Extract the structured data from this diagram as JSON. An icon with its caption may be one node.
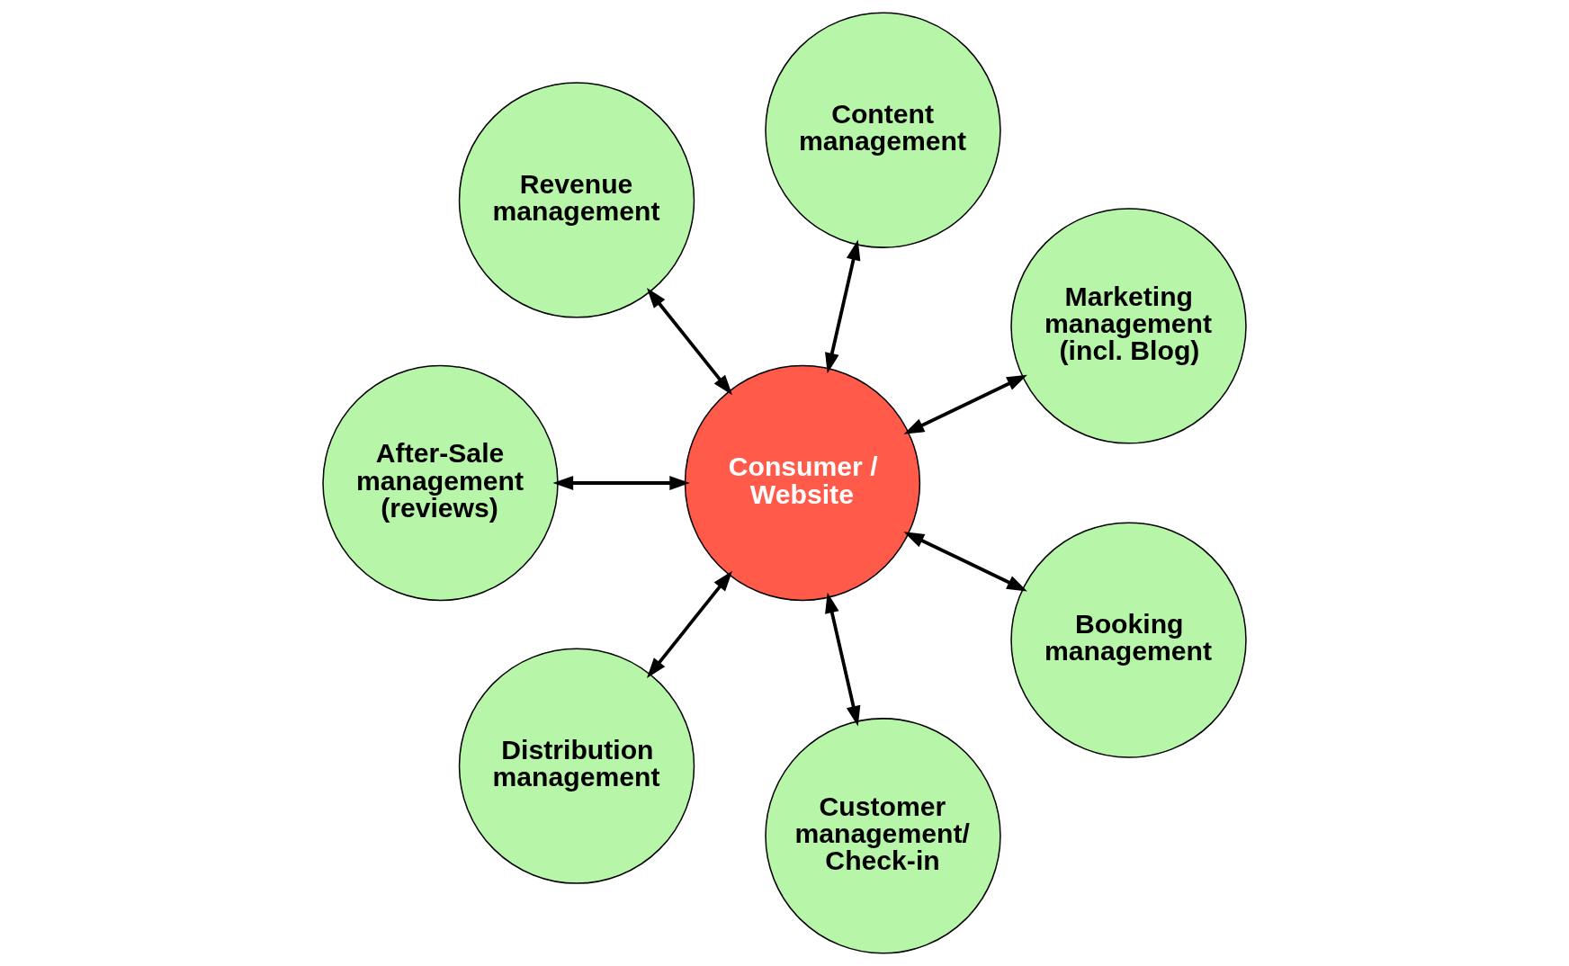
{
  "diagram": {
    "nodes": [
      {
        "text": [
          "Marketing management (incl. Blog)"
        ]
      },
      {
        "text": [
          "Content management"
        ]
      },
      {
        "text": [
          "Revenue management"
        ]
      },
      {
        "text": [
          "Consumer / Website"
        ]
      },
      {
        "text": [
          "After-Sale management (reviews)"
        ]
      },
      {
        "text": [
          "Distribution management"
        ]
      },
      {
        "text": [
          "Customer management/ Check-in"
        ]
      },
      {
        "text": [
          "Booking management"
        ]
      }
    ],
    "edges": [
      {
        "from": 3,
        "to": 0,
        "arrow": "both"
      },
      {
        "from": 3,
        "to": 1,
        "arrow": "both"
      },
      {
        "from": 3,
        "to": 2,
        "arrow": "both"
      },
      {
        "from": 3,
        "to": 4,
        "arrow": "both"
      },
      {
        "from": 3,
        "to": 5,
        "arrow": "both"
      },
      {
        "from": 3,
        "to": 6,
        "arrow": "both"
      },
      {
        "from": 3,
        "to": 7,
        "arrow": "both"
      }
    ]
  }
}
